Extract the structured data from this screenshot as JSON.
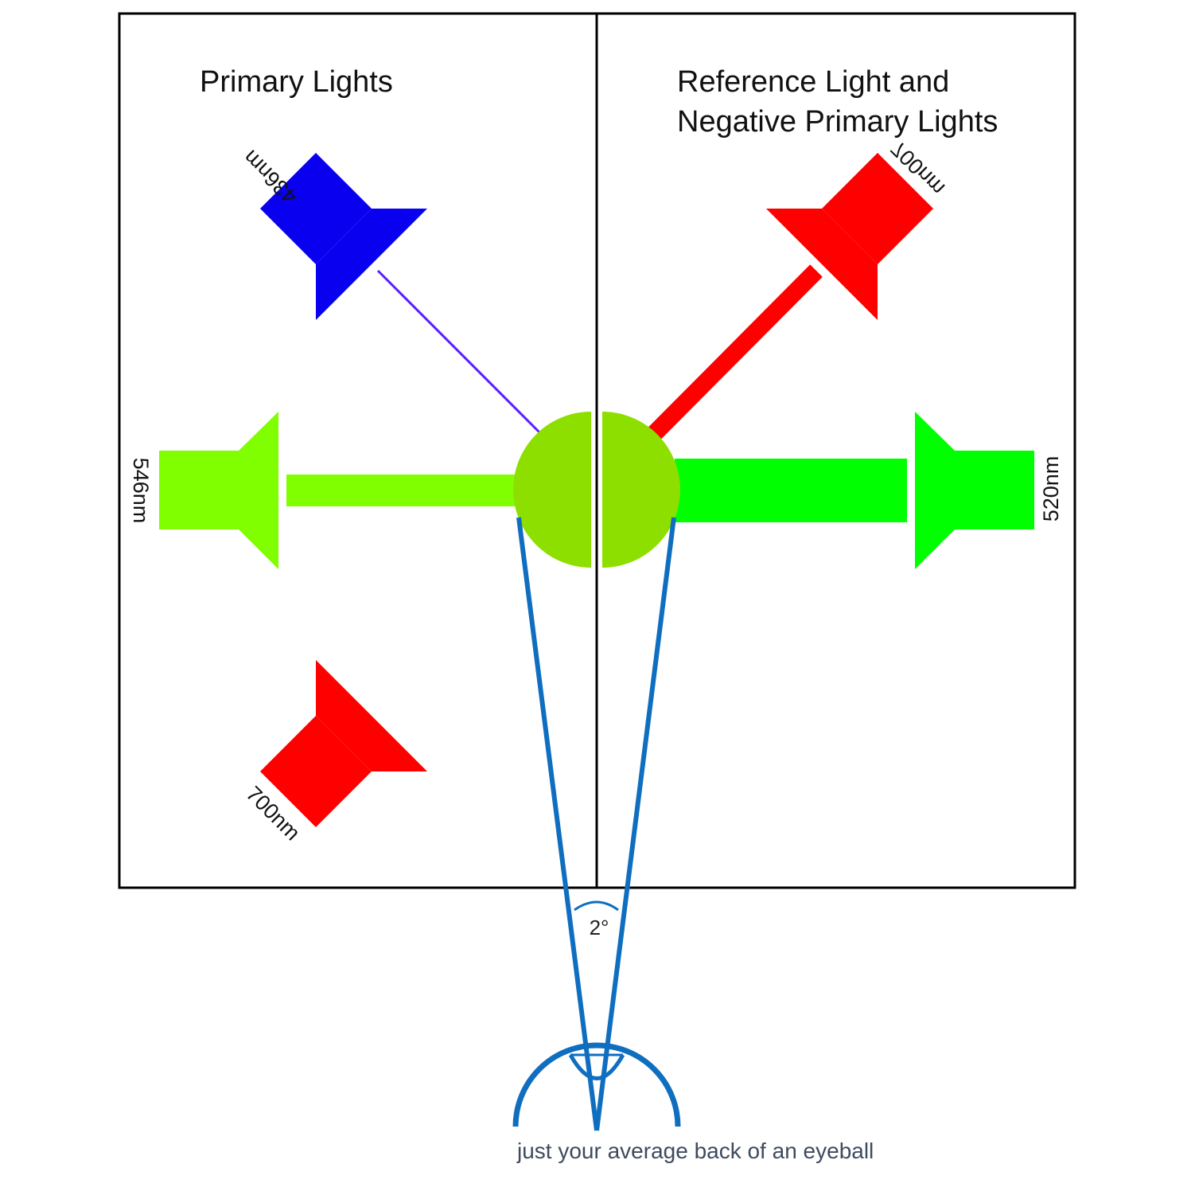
{
  "panels": {
    "left_title": "Primary Lights",
    "right_title_line1": "Reference Light and",
    "right_title_line2": "Negative Primary Lights"
  },
  "lights": {
    "left_blue": {
      "label": "436nm",
      "color": "#0a00f0"
    },
    "left_green": {
      "label": "546nm",
      "color": "#80ff00"
    },
    "left_red": {
      "label": "700nm",
      "color": "#ff0000"
    },
    "right_red": {
      "label": "700nm",
      "color": "#ff0000"
    },
    "right_green": {
      "label": "520nm",
      "color": "#00ff00"
    }
  },
  "beams": {
    "blue_color": "#5a1cff",
    "green_left_color": "#80ff00",
    "green_right_color": "#00ff00",
    "red_color": "#ff0000"
  },
  "field": {
    "color": "#8ddf00"
  },
  "eye": {
    "color": "#0f6ebf",
    "angle_label": "2°",
    "caption": "just your average back of an eyeball"
  }
}
